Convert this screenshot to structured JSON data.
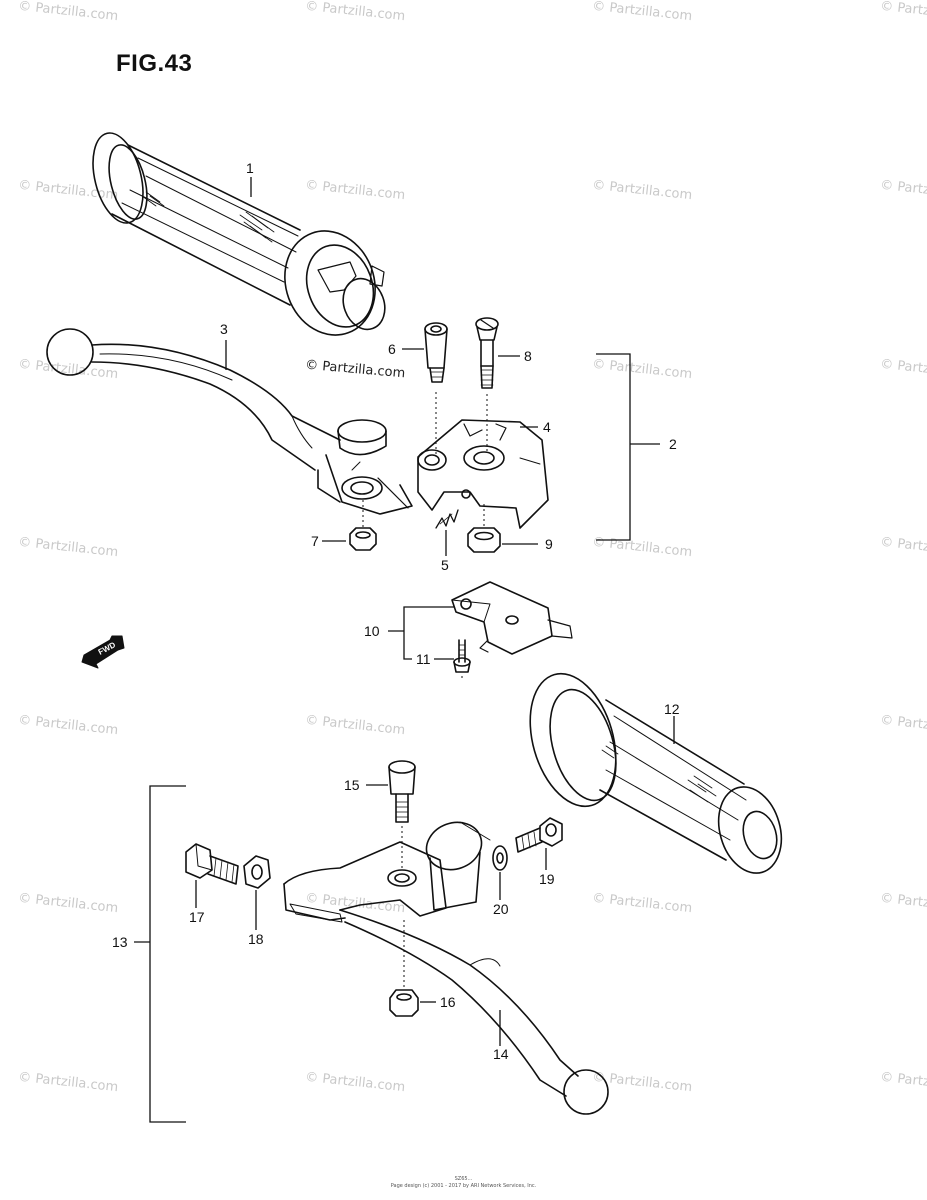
{
  "figure": {
    "title": "FIG.43"
  },
  "watermark": {
    "text": "© Partzilla.com",
    "color": "#c9c9c9"
  },
  "fwd_label": "FWD",
  "callouts": [
    {
      "id": "1",
      "label": "1"
    },
    {
      "id": "2",
      "label": "2"
    },
    {
      "id": "3",
      "label": "3"
    },
    {
      "id": "4",
      "label": "4"
    },
    {
      "id": "5",
      "label": "5"
    },
    {
      "id": "6",
      "label": "6"
    },
    {
      "id": "7",
      "label": "7"
    },
    {
      "id": "8",
      "label": "8"
    },
    {
      "id": "9",
      "label": "9"
    },
    {
      "id": "10",
      "label": "10"
    },
    {
      "id": "11",
      "label": "11"
    },
    {
      "id": "12",
      "label": "12"
    },
    {
      "id": "13",
      "label": "13"
    },
    {
      "id": "14",
      "label": "14"
    },
    {
      "id": "15",
      "label": "15"
    },
    {
      "id": "16",
      "label": "16"
    },
    {
      "id": "17",
      "label": "17"
    },
    {
      "id": "18",
      "label": "18"
    },
    {
      "id": "19",
      "label": "19"
    },
    {
      "id": "20",
      "label": "20"
    }
  ],
  "footer": {
    "line1": "SZ65...",
    "line2": "Page design (c) 2001 - 2017 by ARI Network Services, Inc."
  }
}
